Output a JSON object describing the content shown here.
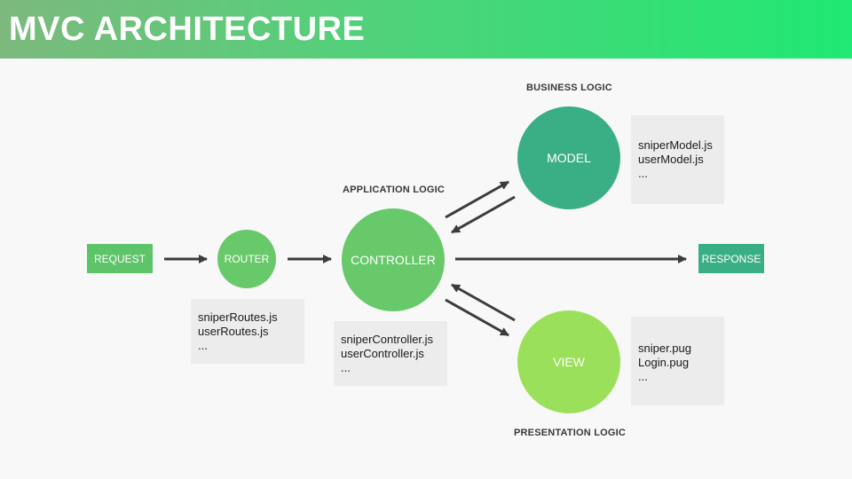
{
  "title": "MVC ARCHITECTURE",
  "nodes": {
    "request": "REQUEST",
    "router": "ROUTER",
    "controller": "CONTROLLER",
    "model": "MODEL",
    "view": "VIEW",
    "response": "RESPONSE"
  },
  "captions": {
    "business_logic": "BUSINESS LOGIC",
    "application_logic": "APPLICATION LOGIC",
    "presentation_logic": "PRESENTATION LOGIC"
  },
  "files": {
    "router": [
      "sniperRoutes.js",
      "userRoutes.js",
      "..."
    ],
    "controller": [
      "sniperController.js",
      "userController.js",
      "..."
    ],
    "model": [
      "sniperModel.js",
      "userModel.js",
      "..."
    ],
    "view": [
      "sniper.pug",
      "Login.pug",
      "..."
    ]
  },
  "colors": {
    "request": "#5ec46a",
    "router": "#67c96a",
    "controller": "#67c96a",
    "model": "#3aaf85",
    "view": "#9be05a",
    "response": "#3aaf85",
    "arrow": "#3c3c3c"
  }
}
